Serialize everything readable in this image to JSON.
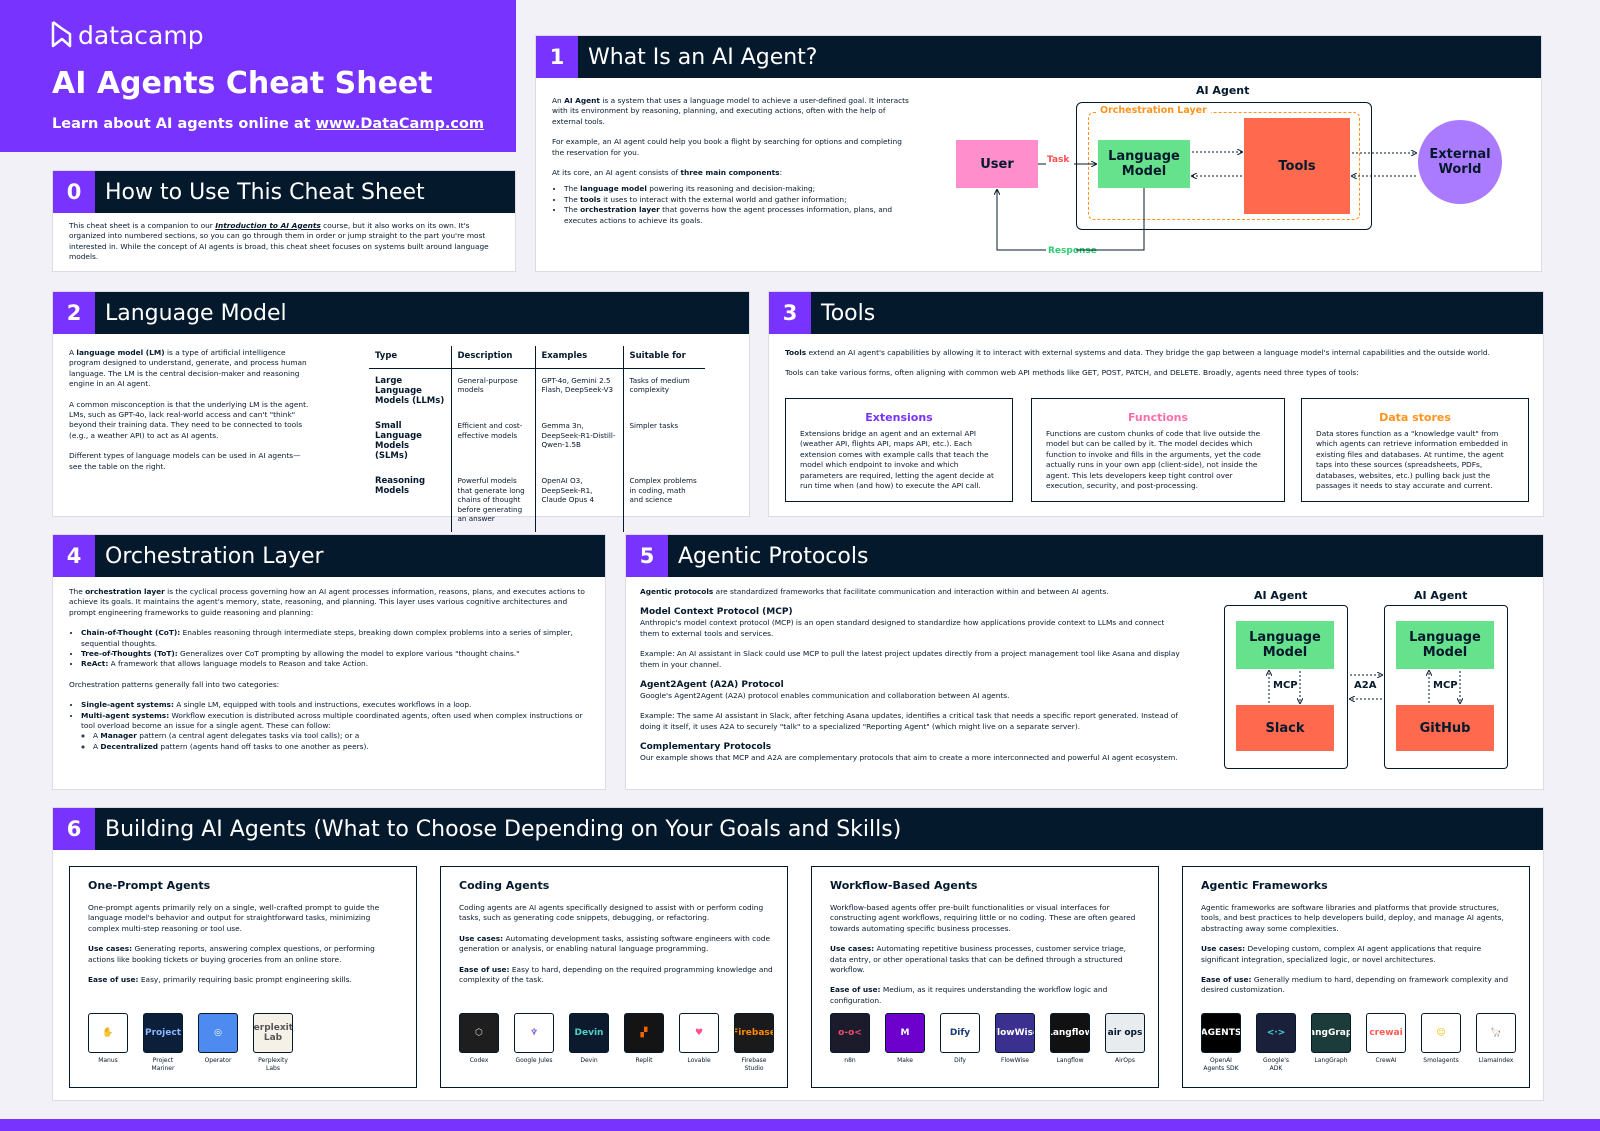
{
  "header": {
    "brand": "datacamp",
    "title": "AI Agents Cheat Sheet",
    "subtitle_prefix": "Learn about AI agents online at ",
    "link": "www.DataCamp.com"
  },
  "s0": {
    "num": "0",
    "title": "How to Use This Cheat Sheet",
    "body_a": "This cheat sheet is a companion to our ",
    "course": "Introduction to AI Agents",
    "body_b": " course, but it also works on its own. It's organized into numbered sections, so you can go through them in order or jump straight to the part you're most interested in. While the concept of AI agents is broad, this cheat sheet focuses on systems built around language models."
  },
  "s1": {
    "num": "1",
    "title": "What Is an AI Agent?",
    "p1a": "An ",
    "p1b": "AI Agent",
    "p1c": " is a system that uses a language model to achieve a user-defined goal. It interacts with its environment by reasoning, planning, and executing actions, often with the help of external tools.",
    "p2": "For example, an AI agent could help you book a flight by searching for options and completing the reservation for you.",
    "p3a": "At its core, an AI agent consists of ",
    "p3b": "three main components",
    "li1a": "The ",
    "li1b": "language model",
    "li1c": " powering its reasoning and decision-making;",
    "li2a": "The ",
    "li2b": "tools",
    "li2c": " it uses to interact with the external world and gather information;",
    "li3a": "The ",
    "li3b": "orchestration layer",
    "li3c": " that governs how the agent processes information, plans, and executes actions to achieve its goals.",
    "diagram": {
      "agent_label": "AI Agent",
      "orch_label": "Orchestration Layer",
      "user": "User",
      "task": "Task",
      "lm": "Language Model",
      "tools": "Tools",
      "world": "External World",
      "response": "Response"
    }
  },
  "s2": {
    "num": "2",
    "title": "Language Model",
    "p1a": "A ",
    "p1b": "language model (LM)",
    "p1c": " is a type of artificial intelligence program designed to understand, generate, and process human language. The LM is the central decision-maker and reasoning engine in an AI agent.",
    "p2": "A common misconception is that the underlying LM is the agent. LMs, such as GPT-4o, lack real-world access and can't \"think\" beyond their training data. They need to be connected to tools (e.g., a weather API) to act as AI agents.",
    "p3": "Different types of language models can be used in AI agents—see the table on the right.",
    "table": {
      "headers": [
        "Type",
        "Description",
        "Examples",
        "Suitable for"
      ],
      "rows": [
        [
          "Large Language Models (LLMs)",
          "General-purpose models",
          "GPT-4o, Gemini 2.5 Flash, DeepSeek-V3",
          "Tasks of medium complexity"
        ],
        [
          "Small Language Models (SLMs)",
          "Efficient and cost-effective models",
          "Gemma 3n, DeepSeek-R1-Distill-Qwen-1.5B",
          "Simpler tasks"
        ],
        [
          "Reasoning Models",
          "Powerful models that generate long chains of thought before generating an answer",
          "OpenAI O3, DeepSeek-R1, Claude Opus 4",
          "Complex problems in coding, math and science"
        ]
      ]
    }
  },
  "s3": {
    "num": "3",
    "title": "Tools",
    "p1a": "Tools",
    "p1b": " extend an AI agent's capabilities by allowing it to interact with external systems and data. They bridge the gap between a language model's internal capabilities and the outside world.",
    "p2": "Tools can take various forms, often aligning with common web API methods like GET, POST, PATCH, and DELETE. Broadly, agents need three types of tools:",
    "cards": [
      {
        "title": "Extensions",
        "color": "#7933ff",
        "body": "Extensions bridge an agent and an external API (weather API, flights API, maps API, etc.). Each extension comes with example calls that teach the model which endpoint to invoke and which parameters are required, letting the agent decide at run time when (and how) to execute the API call."
      },
      {
        "title": "Functions",
        "color": "#ff6ea9",
        "body": "Functions are custom chunks of code that live outside the model but can be called by it. The model decides which function to invoke and fills in the arguments, yet the code actually runs in your own app (client-side), not inside the agent. This lets developers keep tight control over execution, security, and post-processing."
      },
      {
        "title": "Data stores",
        "color": "#ff931e",
        "body": "Data stores function as a \"knowledge vault\" from which agents can retrieve information embedded in existing files and databases. At runtime, the agent taps into these sources (spreadsheets, PDFs, databases, websites, etc.) pulling back just the passages it needs to stay accurate and current."
      }
    ]
  },
  "s4": {
    "num": "4",
    "title": "Orchestration Layer",
    "p1a": "The ",
    "p1b": "orchestration layer",
    "p1c": " is the cyclical process governing how an AI agent processes information, reasons, plans, and executes actions to achieve its goals. It maintains the agent's memory, state, reasoning, and planning. This layer uses various cognitive architectures and prompt engineering frameworks to guide reasoning and planning:",
    "li1a": "Chain-of-Thought (CoT):",
    "li1b": " Enables reasoning through intermediate steps, breaking down complex problems into a series of simpler, sequential thoughts.",
    "li2a": "Tree-of-Thoughts (ToT):",
    "li2b": " Generalizes over CoT prompting by allowing the model to explore various \"thought chains.\"",
    "li3a": "ReAct:",
    "li3b": " A framework that allows language models to Reason and take Action.",
    "p2": "Orchestration patterns generally fall into two categories:",
    "li4a": "Single-agent systems:",
    "li4b": " A single LM, equipped with tools and instructions, executes workflows in a loop.",
    "li5a": "Multi-agent systems:",
    "li5b": " Workflow execution is distributed across multiple coordinated agents, often used when complex instructions or tool overload become an issue for a single agent. These can follow:",
    "li6a": "A ",
    "li6b": "Manager",
    "li6c": " pattern (a central agent delegates tasks via tool calls); or a",
    "li7a": "A ",
    "li7b": "Decentralized",
    "li7c": " pattern (agents hand off tasks to one another as peers)."
  },
  "s5": {
    "num": "5",
    "title": "Agentic Protocols",
    "p1a": "Agentic protocols",
    "p1b": " are standardized frameworks that facilitate communication and interaction within and between AI agents.",
    "h1": "Model Context Protocol (MCP)",
    "p2": "Anthropic's model context protocol (MCP) is an open standard designed to standardize how applications provide context to LLMs and connect them to external tools and services.",
    "p3": "Example: An AI assistant in Slack could use MCP to pull the latest project updates directly from a project management tool like Asana and display them in your channel.",
    "h2": "Agent2Agent (A2A) Protocol",
    "p4": "Google's Agent2Agent (A2A) protocol enables communication and collaboration between AI agents.",
    "p5": "Example: The same AI assistant in Slack, after fetching Asana updates, identifies a critical task that needs a specific report generated. Instead of doing it itself, it uses A2A to securely \"talk\" to a specialized \"Reporting Agent\" (which might live on a separate server).",
    "h3": "Complementary Protocols",
    "p6": "Our example shows that MCP and A2A are complementary protocols that aim to create a more interconnected and powerful AI agent ecosystem.",
    "diagram": {
      "agent1": "AI Agent",
      "agent2": "AI Agent",
      "lm": "Language Model",
      "mcp": "MCP",
      "a2a": "A2A",
      "slack": "Slack",
      "github": "GitHub"
    }
  },
  "s6": {
    "num": "6",
    "title": "Building AI Agents (What to Choose Depending on Your Goals and Skills)",
    "cards": [
      {
        "title": "One-Prompt Agents",
        "desc": "One-prompt agents primarily rely on a single, well-crafted prompt to guide the language model's behavior and output for straightforward tasks, minimizing complex multi-step reasoning or tool use.",
        "uc_label": "Use cases:",
        "uc": " Generating reports, answering complex questions, or performing actions like booking tickets or buying groceries from an online store.",
        "ease_label": "Ease of use:",
        "ease": " Easy, primarily requiring basic prompt engineering skills.",
        "logos": [
          {
            "name": "Manus",
            "bg": "#ffffff",
            "txt": "✋",
            "fg": "#05192d"
          },
          {
            "name": "Project Mariner",
            "bg": "#0b1f3a",
            "txt": "Project",
            "fg": "#8ab4ff"
          },
          {
            "name": "Operator",
            "bg": "#4d8bf0",
            "txt": "◎",
            "fg": "#ffffff"
          },
          {
            "name": "Perplexity Labs",
            "bg": "#f5f1e8",
            "txt": "Perplexity Lab",
            "fg": "#555555"
          }
        ]
      },
      {
        "title": "Coding Agents",
        "desc": "Coding agents are AI agents specifically designed to assist with or perform coding tasks, such as generating code snippets, debugging, or refactoring.",
        "uc_label": "Use cases:",
        "uc": " Automating development tasks, assisting software engineers with code generation or analysis, or enabling natural language programming.",
        "ease_label": "Ease of use:",
        "ease": " Easy to hard, depending on the required programming knowledge and complexity of the task.",
        "logos": [
          {
            "name": "Codex",
            "bg": "#1e1e1e",
            "txt": "⬡",
            "fg": "#dddddd"
          },
          {
            "name": "Google Jules",
            "bg": "#ffffff",
            "txt": "♆",
            "fg": "#6a3fd8"
          },
          {
            "name": "Devin",
            "bg": "#0c1a2e",
            "txt": "Devin",
            "fg": "#4fd1c5"
          },
          {
            "name": "Replit",
            "bg": "#141414",
            "txt": "▞",
            "fg": "#f26207"
          },
          {
            "name": "Lovable",
            "bg": "#ffffff",
            "txt": "♥",
            "fg": "#ff4f8b"
          },
          {
            "name": "Firebase Studio",
            "bg": "#1a1a1a",
            "txt": "Firebase",
            "fg": "#ff8a00"
          }
        ]
      },
      {
        "title": "Workflow-Based Agents",
        "desc": "Workflow-based agents offer pre-built functionalities or visual interfaces for constructing agent workflows, requiring little or no coding. These are often geared towards automating specific business processes.",
        "uc_label": "Use cases:",
        "uc": " Automating repetitive business processes, customer service triage, data entry, or other operational tasks that can be defined through a structured workflow.",
        "ease_label": "Ease of use:",
        "ease": " Medium, as it requires understanding the workflow logic and configuration.",
        "logos": [
          {
            "name": "n8n",
            "bg": "#1b1b2b",
            "txt": "o-o<",
            "fg": "#ea4b71"
          },
          {
            "name": "Make",
            "bg": "#6d00cc",
            "txt": "M",
            "fg": "#ffffff"
          },
          {
            "name": "Dify",
            "bg": "#ffffff",
            "txt": "Dify",
            "fg": "#1c3b7a"
          },
          {
            "name": "FlowWise",
            "bg": "#3b2f8f",
            "txt": "FlowWise",
            "fg": "#ffffff"
          },
          {
            "name": "Langflow",
            "bg": "#111111",
            "txt": "Langflow",
            "fg": "#ffffff"
          },
          {
            "name": "AirOps",
            "bg": "#e9ecef",
            "txt": "air ops",
            "fg": "#05192d"
          }
        ]
      },
      {
        "title": "Agentic Frameworks",
        "desc": "Agentic frameworks are software libraries and platforms that provide structures, tools, and best practices to help developers build, deploy, and manage AI agents, abstracting away some complexities.",
        "uc_label": "Use cases:",
        "uc": " Developing custom, complex AI agent applications that require significant integration, specialized logic, or novel architectures.",
        "ease_label": "Ease of use:",
        "ease": " Generally medium to hard, depending on framework complexity and desired customization.",
        "logos": [
          {
            "name": "OpenAI Agents SDK",
            "bg": "#000000",
            "txt": "AGENTS",
            "fg": "#ffffff"
          },
          {
            "name": "Google's ADK",
            "bg": "#1a1f3a",
            "txt": "<·>",
            "fg": "#4dd0e1"
          },
          {
            "name": "LangGraph",
            "bg": "#1c3c3c",
            "txt": "LangGraph",
            "fg": "#ffffff"
          },
          {
            "name": "CrewAI",
            "bg": "#ffffff",
            "txt": "crewai",
            "fg": "#ff5a50"
          },
          {
            "name": "Smolagents",
            "bg": "#ffffff",
            "txt": "☺",
            "fg": "#ffb800"
          },
          {
            "name": "LlamaIndex",
            "bg": "#ffffff",
            "txt": "🦙",
            "fg": "#8a6bff"
          }
        ]
      }
    ]
  }
}
